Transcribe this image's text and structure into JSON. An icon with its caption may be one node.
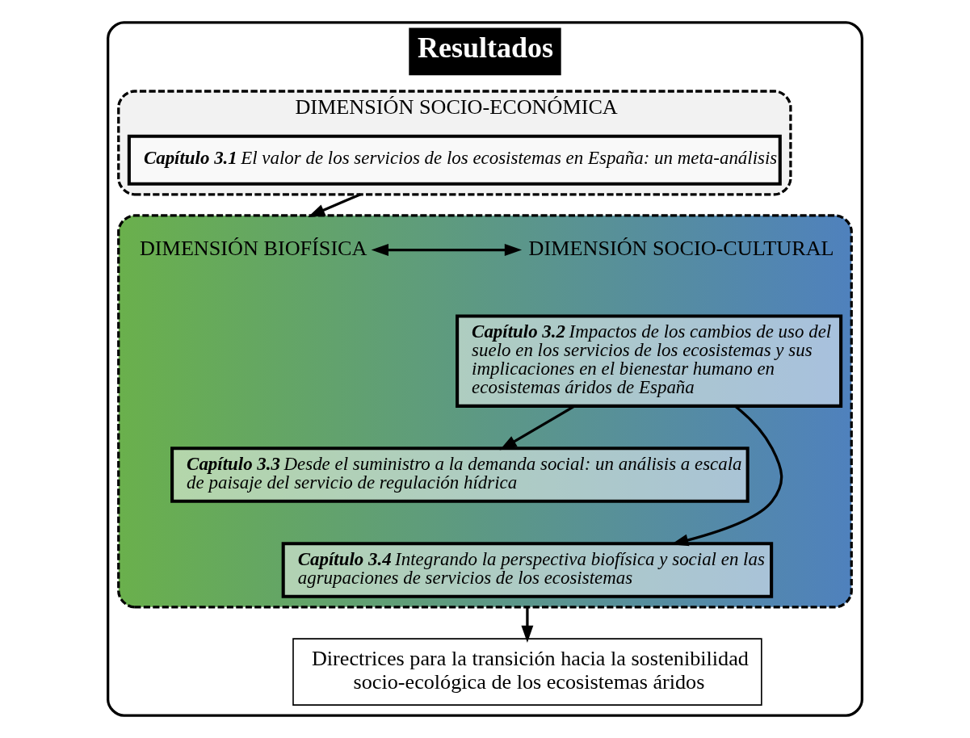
{
  "diagram": {
    "nodes": [
      {
        "text": [
          "Resultados"
        ]
      },
      {
        "text": [
          "DIMENSIÓN SOCIO-ECONÓMICA"
        ],
        "in": 0
      },
      {
        "text": [
          "**Capítulo 3.1** El valor de los servicios de los ecosistemas en España: un meta-análisis"
        ],
        "in": 1
      },
      {
        "text": [],
        "shape": "box",
        "in": 0
      },
      {
        "text": [
          "DIMENSIÓN BIOFÍSICA"
        ],
        "in": 3
      },
      {
        "text": [
          "DIMENSIÓN SOCIO-CULTURAL"
        ],
        "in": 3
      },
      {
        "text": [
          "**Capítulo 3.2** Impactos de los cambios de uso del suelo en los servicios de los ecosistemas y sus implicaciones en el bienestar humano en ecosistemas áridos de España"
        ],
        "in": 3
      },
      {
        "text": [
          "**Capítulo 3.3** Desde el suministro a la demanda social: un análisis a escala de paisaje del servicio de regulación hídrica"
        ],
        "in": 3
      },
      {
        "text": [
          "**Capítulo 3.4** Integrando la perspectiva biofísica y social en las agrupaciones de servicios de los ecosistemas"
        ],
        "in": 3
      },
      {
        "text": [
          "Directrices para la transición hacia la sostenibilidad socio-ecológica de los ecosistemas áridos"
        ],
        "in": 0
      }
    ],
    "edges": [
      {
        "from": 1,
        "to": 3,
        "arrow": "to"
      },
      {
        "from": 4,
        "to": 5,
        "arrow": "both"
      },
      {
        "from": 6,
        "to": 7,
        "arrow": "to"
      },
      {
        "from": 6,
        "to": 8,
        "arrow": "to"
      },
      {
        "from": 3,
        "to": 9,
        "arrow": "to"
      }
    ]
  }
}
